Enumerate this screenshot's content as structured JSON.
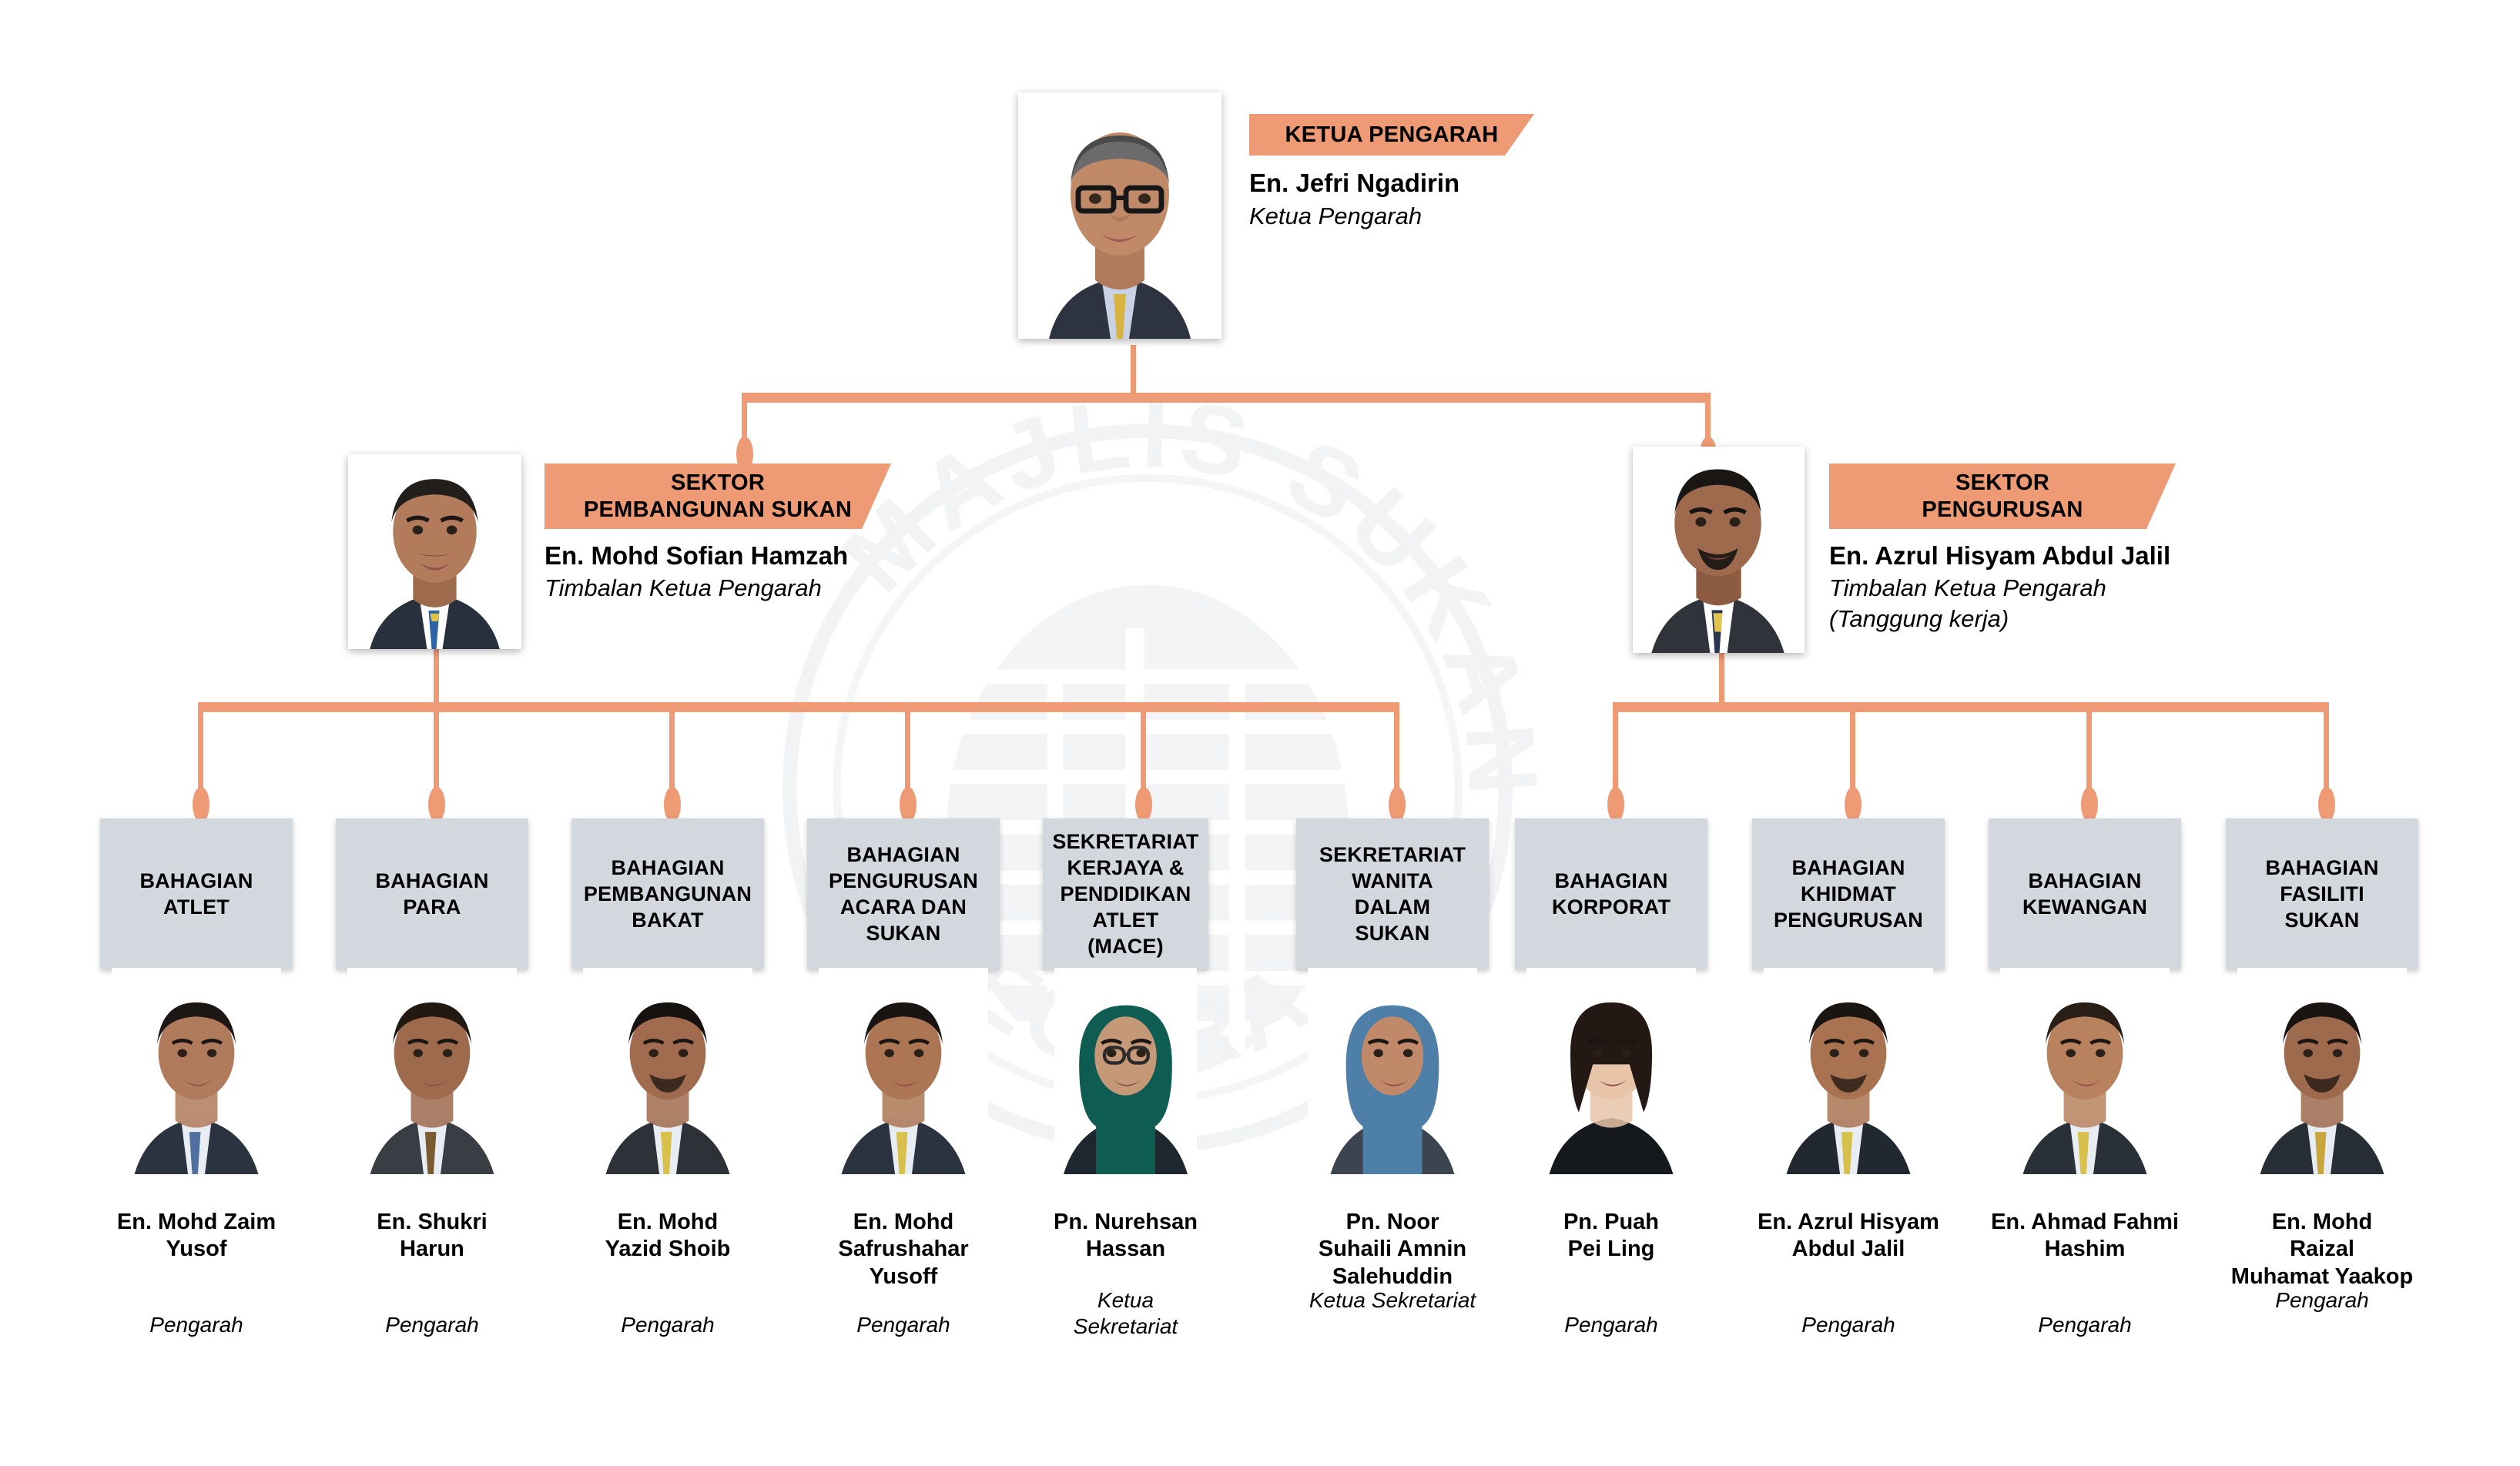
{
  "colors": {
    "accent": "#EE9A74",
    "box_gray": "#D3D8DE",
    "text": "#000000",
    "background": "#FFFFFF"
  },
  "watermark": {
    "text_top": "MAJLIS SUKAN",
    "text_bottom": "NEGARA",
    "full": "MAJLIS SUKAN NEGARA"
  },
  "director_general": {
    "banner": "KETUA PENGARAH",
    "name": "En. Jefri Ngadirin",
    "role": "Ketua Pengarah"
  },
  "sectors": [
    {
      "banner_line1": "SEKTOR",
      "banner_line2": "PEMBANGUNAN SUKAN",
      "name": "En. Mohd Sofian Hamzah",
      "role": "Timbalan Ketua Pengarah",
      "role_note": ""
    },
    {
      "banner_line1": "SEKTOR",
      "banner_line2": "PENGURUSAN",
      "name": "En. Azrul Hisyam Abdul Jalil",
      "role": "Timbalan Ketua Pengarah",
      "role_note": "(Tanggung kerja)"
    }
  ],
  "departments": [
    {
      "title": "BAHAGIAN\nATLET",
      "name": "En. Mohd Zaim\nYusof",
      "role": "Pengarah",
      "sector": 0
    },
    {
      "title": "BAHAGIAN\nPARA",
      "name": "En. Shukri\nHarun",
      "role": "Pengarah",
      "sector": 0
    },
    {
      "title": "BAHAGIAN\nPEMBANGUNAN\nBAKAT",
      "name": "En. Mohd\nYazid Shoib",
      "role": "Pengarah",
      "sector": 0
    },
    {
      "title": "BAHAGIAN\nPENGURUSAN\nACARA DAN\nSUKAN",
      "name": "En. Mohd\nSafrushahar\nYusoff",
      "role": "Pengarah",
      "sector": 0
    },
    {
      "title": "SEKRETARIAT\nKERJAYA &\nPENDIDIKAN\nATLET\n(MACE)",
      "name": "Pn. Nurehsan\nHassan",
      "role": "Ketua Sekretariat",
      "sector": 0
    },
    {
      "title": "SEKRETARIAT\nWANITA\nDALAM\nSUKAN",
      "name": "Pn. Noor\nSuhaili Amnin\nSalehuddin",
      "role": "Ketua Sekretariat",
      "sector": 0
    },
    {
      "title": "BAHAGIAN\nKORPORAT",
      "name": "Pn. Puah\nPei Ling",
      "role": "Pengarah",
      "sector": 1
    },
    {
      "title": "BAHAGIAN\nKHIDMAT\nPENGURUSAN",
      "name": "En. Azrul Hisyam\nAbdul Jalil",
      "role": "Pengarah",
      "sector": 1
    },
    {
      "title": "BAHAGIAN\nKEWANGAN",
      "name": "En. Ahmad Fahmi\nHashim",
      "role": "Pengarah",
      "sector": 1
    },
    {
      "title": "BAHAGIAN\nFASILITI\nSUKAN",
      "name": "En. Mohd\nRaizal\nMuhamat Yaakop",
      "role": "Pengarah",
      "sector": 1
    }
  ]
}
